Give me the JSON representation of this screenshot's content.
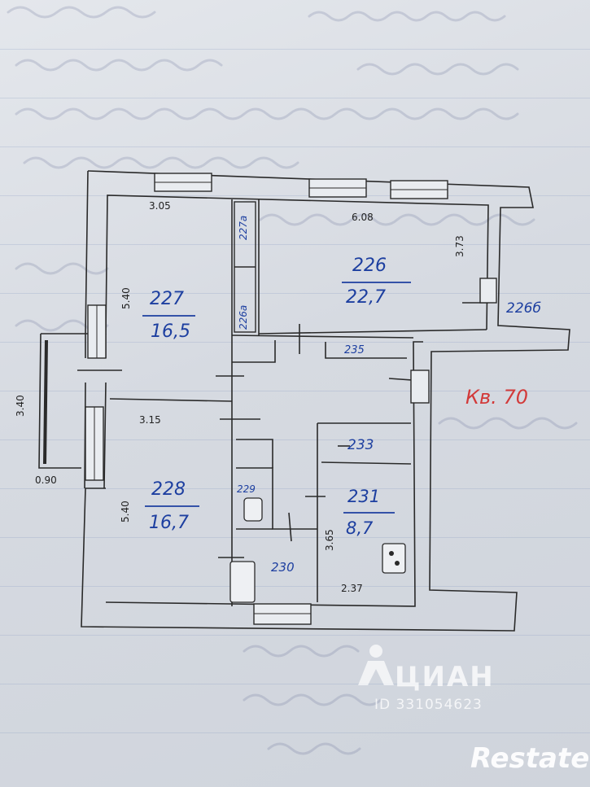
{
  "plan": {
    "apartment_label": "Кв. 70",
    "rooms": [
      {
        "id": "227",
        "area": "16,5"
      },
      {
        "id": "226",
        "area": "22,7"
      },
      {
        "id": "228",
        "area": "16,7"
      },
      {
        "id": "231",
        "area": "8,7"
      }
    ],
    "small_labels": {
      "r227a": "227а",
      "r226a": "226а",
      "r235": "235",
      "r233": "233",
      "r229": "229",
      "r230": "230",
      "r226b": "226б"
    },
    "dimensions": {
      "d305": "3.05",
      "d608": "6.08",
      "d373": "3.73",
      "d540a": "5.40",
      "d315": "3.15",
      "d540b": "5.40",
      "d340": "3.40",
      "d090": "0.90",
      "d365": "3.65",
      "d237": "2.37"
    }
  },
  "watermarks": {
    "cian": "ЦИАН",
    "cian_id": "ID 331054623",
    "restate": "Restate"
  },
  "colors": {
    "ink": "#1d3fa0",
    "red": "#d23a3a",
    "paper": "#d9dde4"
  }
}
